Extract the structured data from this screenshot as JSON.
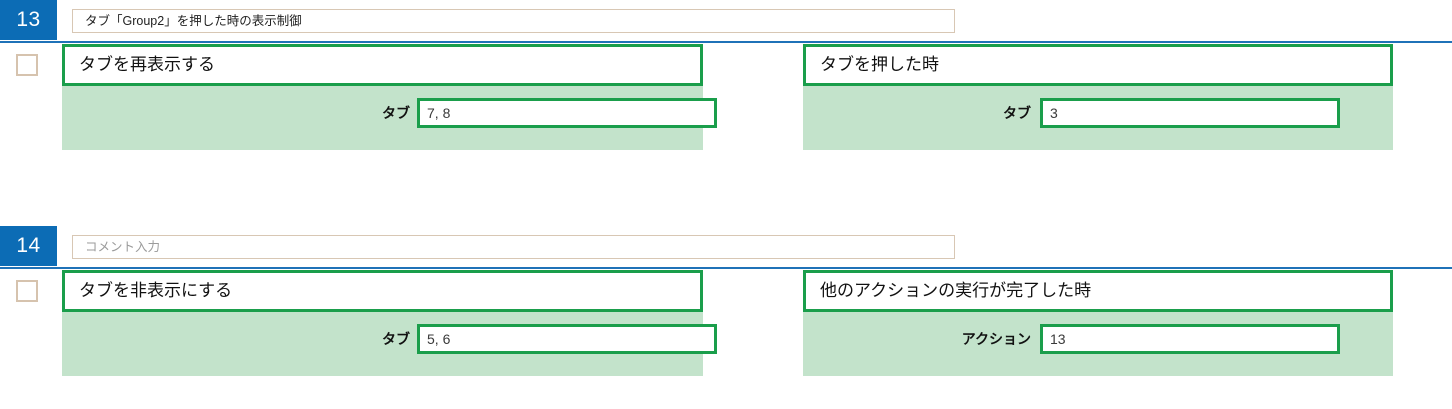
{
  "theme": {
    "badge_color": "#0c6cb5",
    "rule_color": "#1f72b8",
    "card_fill": "#c3e3cb",
    "card_border": "#1a9e4b",
    "checkbox_border": "#d6c3ae",
    "title_field_border": "#d8c7b4"
  },
  "blocks": [
    {
      "index": "13",
      "title_value": "タブ「Group2」を押した時の表示制御",
      "title_is_placeholder": false,
      "checkbox_checked": false,
      "action_card": {
        "title": "タブを再表示する",
        "field_label": "タブ",
        "field_value": "7, 8"
      },
      "trigger_card": {
        "title": "タブを押した時",
        "field_label": "タブ",
        "field_value": "3"
      }
    },
    {
      "index": "14",
      "title_value": "コメント入力",
      "title_is_placeholder": true,
      "checkbox_checked": false,
      "action_card": {
        "title": "タブを非表示にする",
        "field_label": "タブ",
        "field_value": "5, 6"
      },
      "trigger_card": {
        "title": "他のアクションの実行が完了した時",
        "field_label": "アクション",
        "field_value": "13"
      }
    }
  ]
}
